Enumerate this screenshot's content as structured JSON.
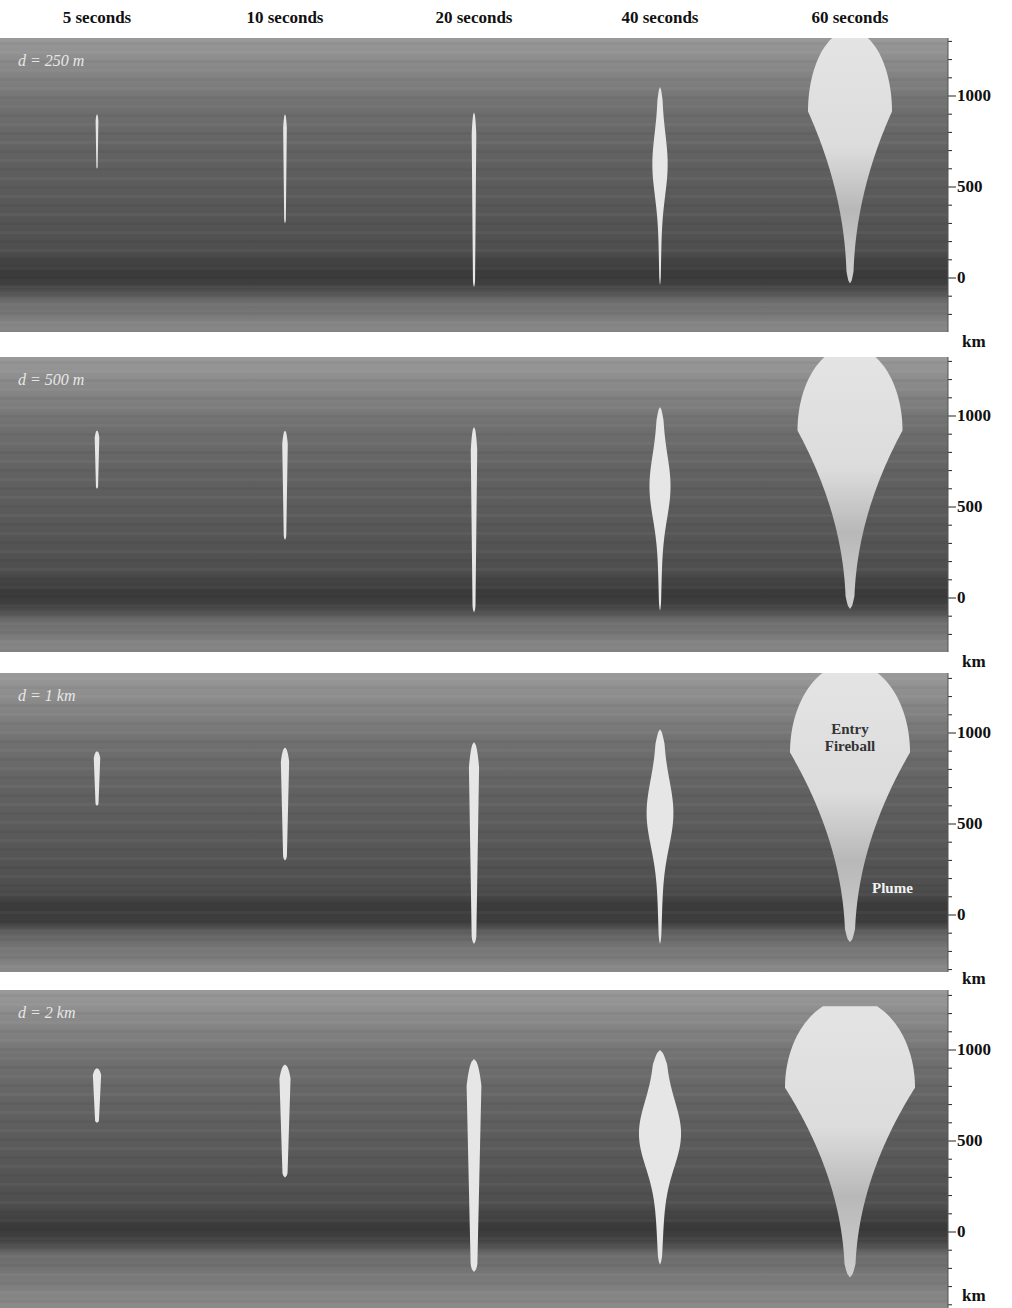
{
  "diagram": {
    "nodes": [
      {
        "text": [
          "Entry Fireball"
        ]
      }
    ],
    "labels": [
      "5 seconds",
      "10 seconds",
      "20 seconds",
      "40 seconds",
      "60 seconds",
      "d = 250 m",
      "1000",
      "500",
      "0",
      "km",
      "d = 500 m",
      "1000",
      "500",
      "0",
      "km",
      "d = 1 km",
      "1000",
      "500",
      "0",
      "km",
      "d = 2 km",
      "1000",
      "500",
      "0",
      "km",
      "Plume"
    ]
  }
}
